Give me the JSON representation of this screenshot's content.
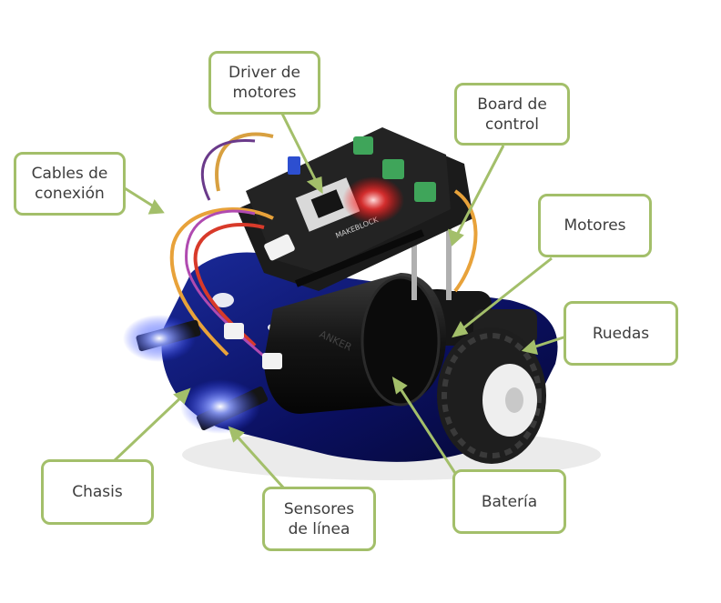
{
  "labels": {
    "driver": "Driver de\nmotores",
    "board": "Board de\ncontrol",
    "cables": "Cables de\nconexión",
    "motores": "Motores",
    "ruedas": "Ruedas",
    "chasis": "Chasis",
    "sensores": "Sensores\nde línea",
    "bateria": "Batería"
  },
  "photo_markings": {
    "battery_brand": "ANKER",
    "board_text": "MAKEBLOCK"
  },
  "colors": {
    "callout_border": "#a3bf6a",
    "leader_line": "#a3bf6a",
    "chassis": "#0a0f5e",
    "chassis_glow": "#2a3fff",
    "board": "#1b1b1b",
    "terminal_green": "#3fa55a",
    "battery": "#121212",
    "tire": "#1e1e1e",
    "hub": "#eeeeee"
  }
}
